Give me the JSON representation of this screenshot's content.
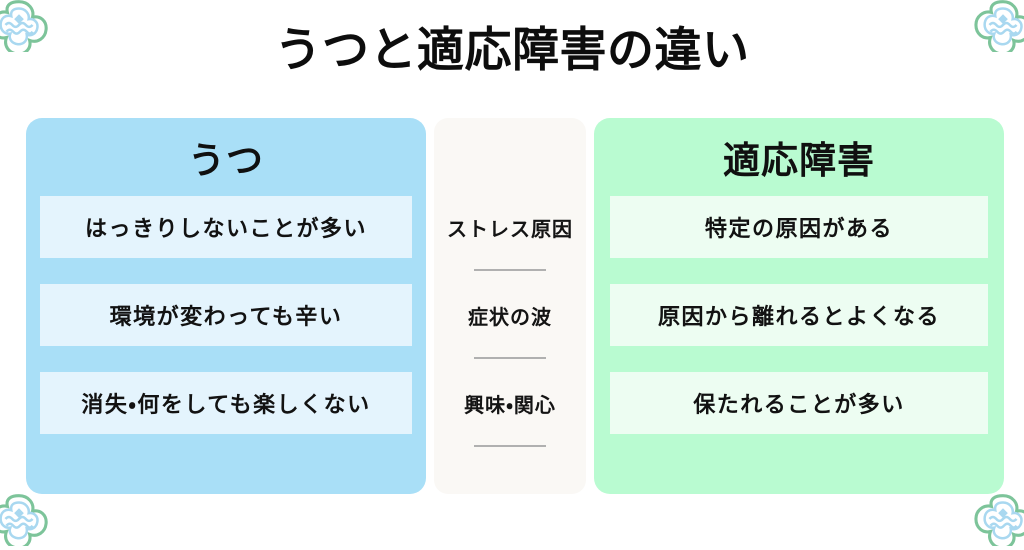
{
  "page": {
    "title": "うつと適応障害の違い",
    "background_color": "#ffffff"
  },
  "colors": {
    "left_panel": "#a9dff7",
    "left_row": "#e4f4fd",
    "right_panel": "#b9fbd1",
    "right_row": "#edfdf2",
    "middle_panel": "#faf8f5",
    "divider": "#b0b0b0",
    "text": "#101010",
    "ornament_green": "#7dc49a",
    "ornament_blue": "#a9d8f0"
  },
  "ornaments": {
    "top_left": "flower-ornament",
    "top_right": "flower-ornament",
    "bottom_left": "flower-ornament",
    "bottom_right": "flower-ornament"
  },
  "comparison": {
    "left": {
      "header": "うつ",
      "rows": [
        "はっきりしないことが多い",
        "環境が変わっても辛い",
        "消失・何をしても楽しくない"
      ]
    },
    "middle": {
      "labels": [
        "ストレス原因",
        "症状の波",
        "興味・関心"
      ]
    },
    "right": {
      "header": "適応障害",
      "rows": [
        "特定の原因がある",
        "原因から離れるとよくなる",
        "保たれることが多い"
      ]
    }
  }
}
